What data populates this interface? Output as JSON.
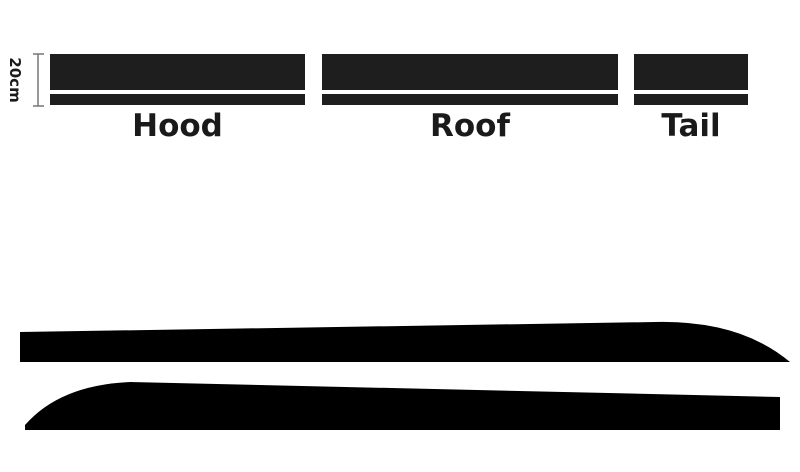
{
  "dimension": {
    "label": "20cm"
  },
  "parts": {
    "hood": {
      "label": "Hood"
    },
    "roof": {
      "label": "Roof"
    },
    "tail": {
      "label": "Tail"
    }
  },
  "colors": {
    "stripe": "#1e1e1e",
    "background": "#ffffff"
  }
}
